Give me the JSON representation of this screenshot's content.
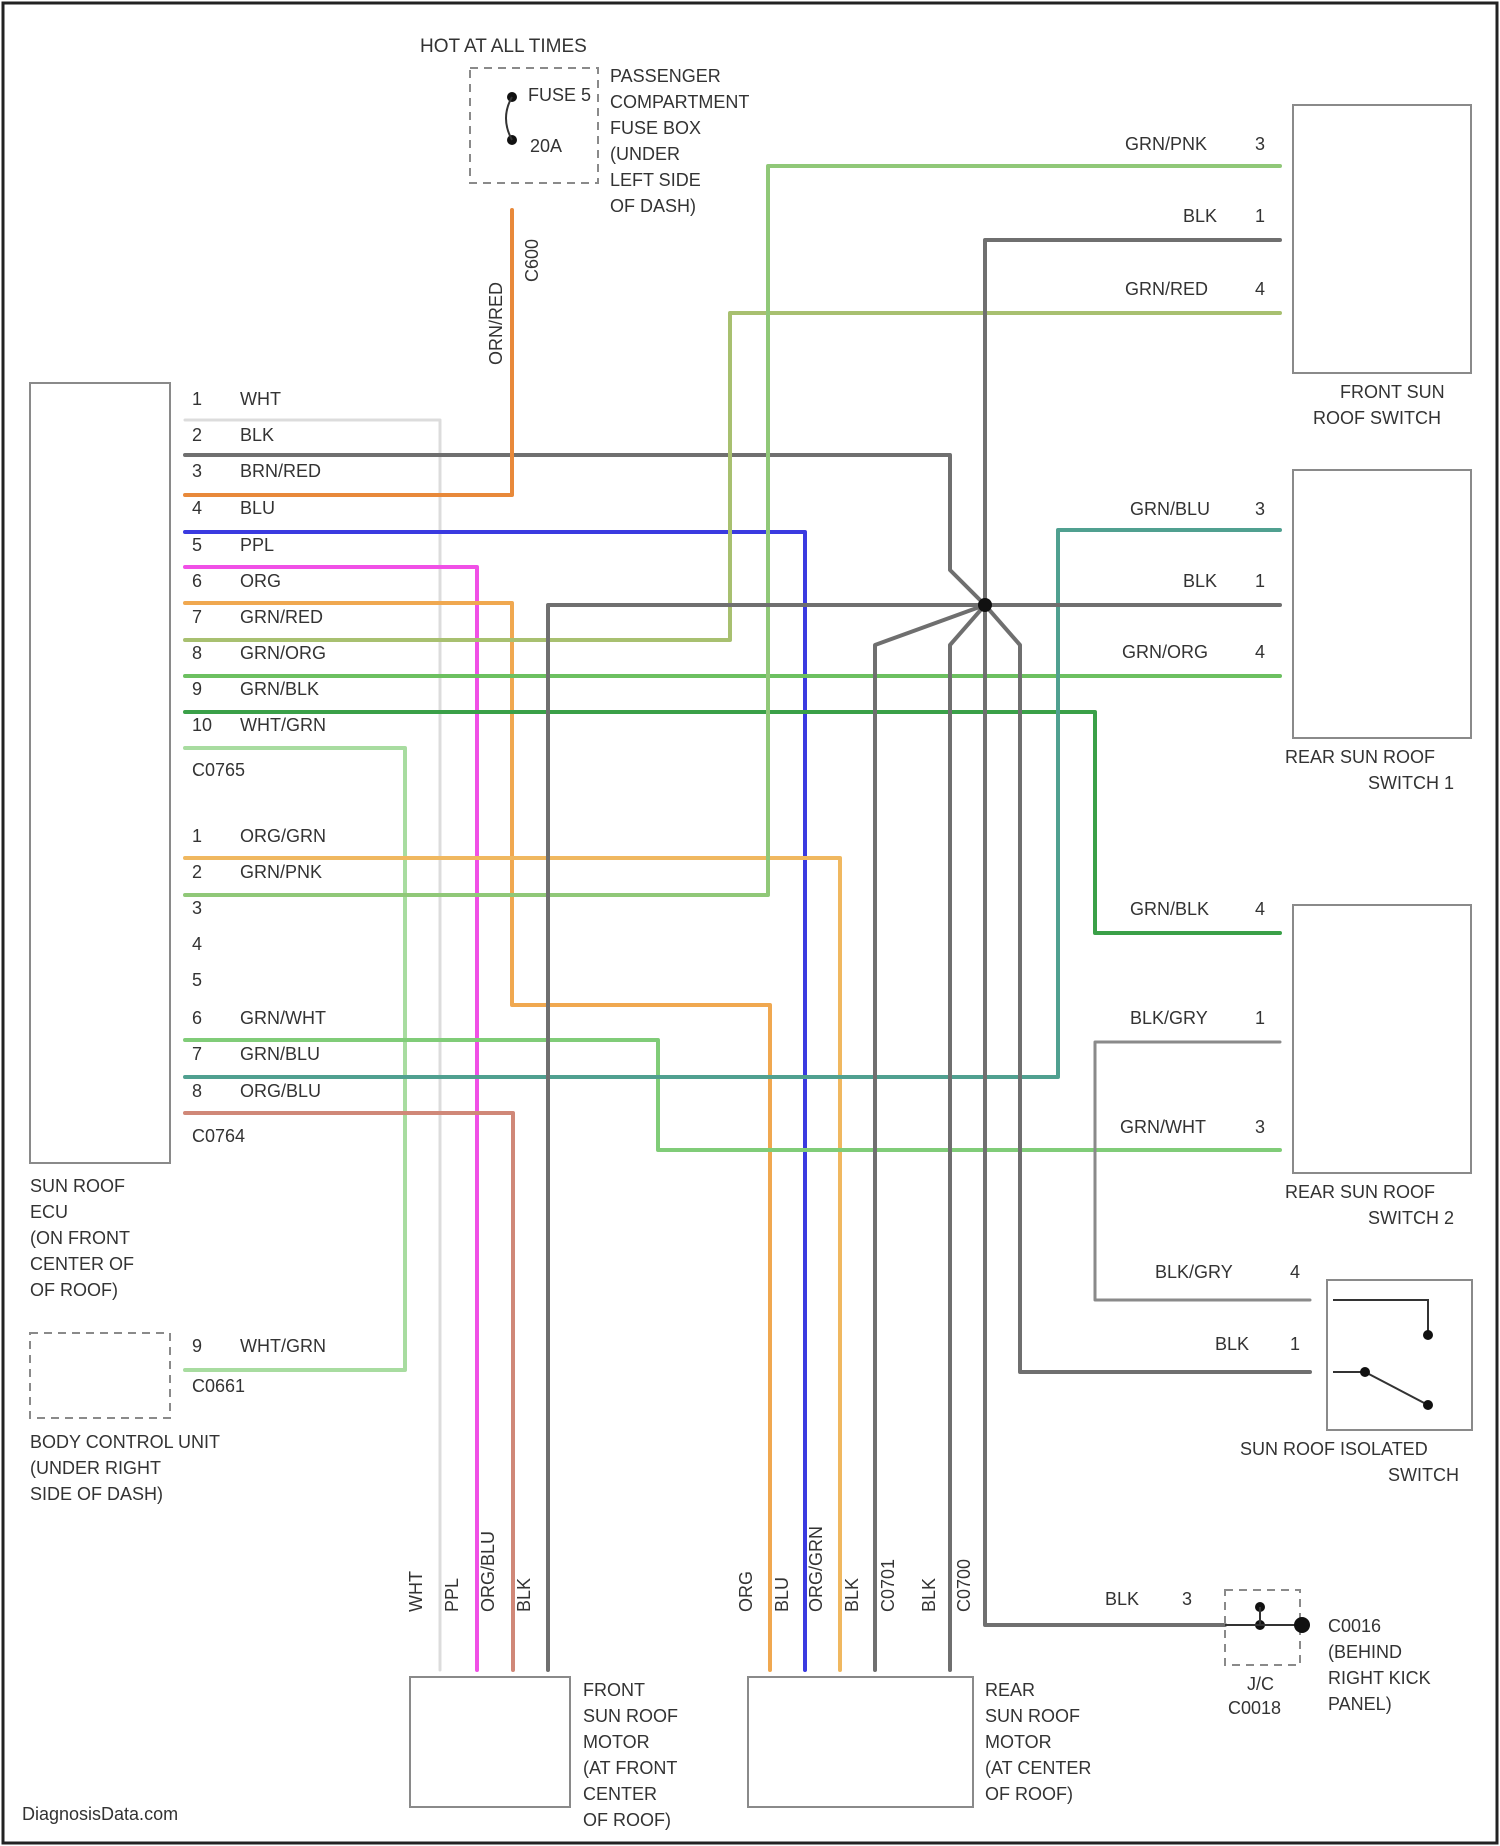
{
  "title_power": "HOT AT ALL TIMES",
  "fuse": {
    "name": "FUSE 5",
    "rating": "20A",
    "box_lines": [
      "PASSENGER",
      "COMPARTMENT",
      "FUSE BOX",
      "(UNDER",
      "LEFT SIDE",
      "OF DASH)"
    ],
    "wire_orn": "ORN/RED",
    "connector": "C600"
  },
  "ecu": {
    "name_lines": [
      "SUN ROOF",
      "ECU",
      "(ON FRONT",
      "CENTER OF",
      "OF ROOF)"
    ],
    "connector_a": "C0765",
    "connector_b": "C0764",
    "pins_a": [
      {
        "num": "1",
        "wire": "WHT"
      },
      {
        "num": "2",
        "wire": "BLK"
      },
      {
        "num": "3",
        "wire": "BRN/RED"
      },
      {
        "num": "4",
        "wire": "BLU"
      },
      {
        "num": "5",
        "wire": "PPL"
      },
      {
        "num": "6",
        "wire": "ORG"
      },
      {
        "num": "7",
        "wire": "GRN/RED"
      },
      {
        "num": "8",
        "wire": "GRN/ORG"
      },
      {
        "num": "9",
        "wire": "GRN/BLK"
      },
      {
        "num": "10",
        "wire": "WHT/GRN"
      }
    ],
    "pins_b": [
      {
        "num": "1",
        "wire": "ORG/GRN"
      },
      {
        "num": "2",
        "wire": "GRN/PNK"
      },
      {
        "num": "3",
        "wire": ""
      },
      {
        "num": "4",
        "wire": ""
      },
      {
        "num": "5",
        "wire": ""
      },
      {
        "num": "6",
        "wire": "GRN/WHT"
      },
      {
        "num": "7",
        "wire": "GRN/BLU"
      },
      {
        "num": "8",
        "wire": "ORG/BLU"
      }
    ]
  },
  "bcu": {
    "pin": "9",
    "wire": "WHT/GRN",
    "connector": "C0661",
    "name_lines": [
      "BODY CONTROL UNIT",
      "(UNDER RIGHT",
      "SIDE OF DASH)"
    ]
  },
  "front_switch": {
    "name_lines": [
      "FRONT SUN",
      "ROOF SWITCH"
    ],
    "pins": [
      {
        "wire": "GRN/PNK",
        "num": "3"
      },
      {
        "wire": "BLK",
        "num": "1"
      },
      {
        "wire": "GRN/RED",
        "num": "4"
      }
    ]
  },
  "rear_switch_1": {
    "name_lines": [
      "REAR SUN ROOF",
      "SWITCH 1"
    ],
    "pins": [
      {
        "wire": "GRN/BLU",
        "num": "3"
      },
      {
        "wire": "BLK",
        "num": "1"
      },
      {
        "wire": "GRN/ORG",
        "num": "4"
      }
    ]
  },
  "rear_switch_2": {
    "name_lines": [
      "REAR SUN ROOF",
      "SWITCH 2"
    ],
    "pins": [
      {
        "wire": "GRN/BLK",
        "num": "4"
      },
      {
        "wire": "BLK/GRY",
        "num": "1"
      },
      {
        "wire": "GRN/WHT",
        "num": "3"
      }
    ]
  },
  "isolated_switch": {
    "name_lines": [
      "SUN ROOF ISOLATED",
      "SWITCH"
    ],
    "pins": [
      {
        "wire": "BLK/GRY",
        "num": "4"
      },
      {
        "wire": "BLK",
        "num": "1"
      }
    ]
  },
  "ground": {
    "wire": "BLK",
    "num": "3",
    "jc_label": "J/C",
    "jc_connector": "C0018",
    "name_lines": [
      "C0016",
      "(BEHIND",
      "RIGHT KICK",
      "PANEL)"
    ]
  },
  "front_motor": {
    "name_lines": [
      "FRONT",
      "SUN ROOF",
      "MOTOR",
      "(AT FRONT",
      "CENTER",
      "OF ROOF)"
    ],
    "wires": [
      "WHT",
      "PPL",
      "ORG/BLU",
      "BLK"
    ]
  },
  "rear_motor": {
    "name_lines": [
      "REAR",
      "SUN ROOF",
      "MOTOR",
      "(AT CENTER",
      "OF ROOF)"
    ],
    "wires": [
      "ORG",
      "BLU",
      "ORG/GRN",
      "BLK",
      "C0701",
      "BLK",
      "C0700"
    ]
  },
  "watermark": "DiagnosisData.com",
  "colors": {
    "gray": "#6f6f6f",
    "orange": "#e8893a",
    "blue": "#3a3ae0",
    "pink": "#f050e6",
    "light_orange": "#f0a850",
    "green": "#6cc060",
    "olive": "#a8c070",
    "teal": "#50a090",
    "light_green": "#a8dca0",
    "salmon": "#d08878"
  }
}
